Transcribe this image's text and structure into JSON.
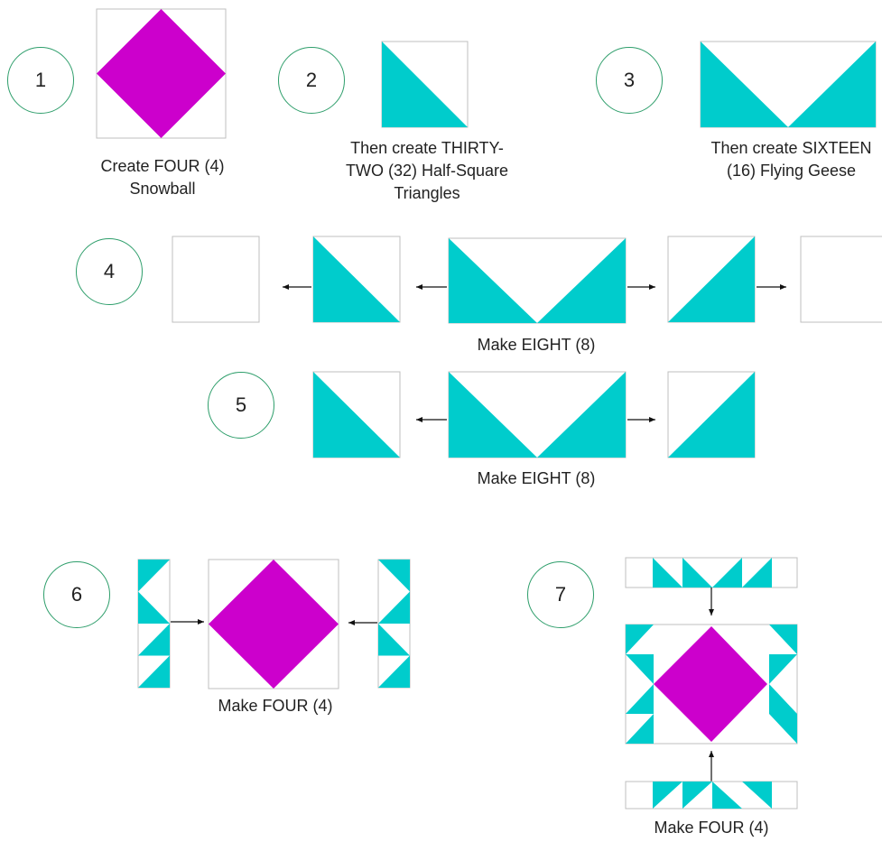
{
  "colors": {
    "teal": "#00cccc",
    "magenta": "#cc00cc",
    "border": "#bfbfbf",
    "circle": "#2e9e6b",
    "arrow": "#111111"
  },
  "steps": [
    {
      "number": "1",
      "caption": "Create FOUR (4) Snowball"
    },
    {
      "number": "2",
      "caption": "Then create THIRTY-TWO (32) Half-Square Triangles"
    },
    {
      "number": "3",
      "caption": "Then create SIXTEEN (16) Flying Geese"
    },
    {
      "number": "4",
      "caption": "Make EIGHT (8)"
    },
    {
      "number": "5",
      "caption": "Make EIGHT (8)"
    },
    {
      "number": "6",
      "caption": "Make FOUR (4)"
    },
    {
      "number": "7",
      "caption": "Make FOUR (4)"
    }
  ]
}
